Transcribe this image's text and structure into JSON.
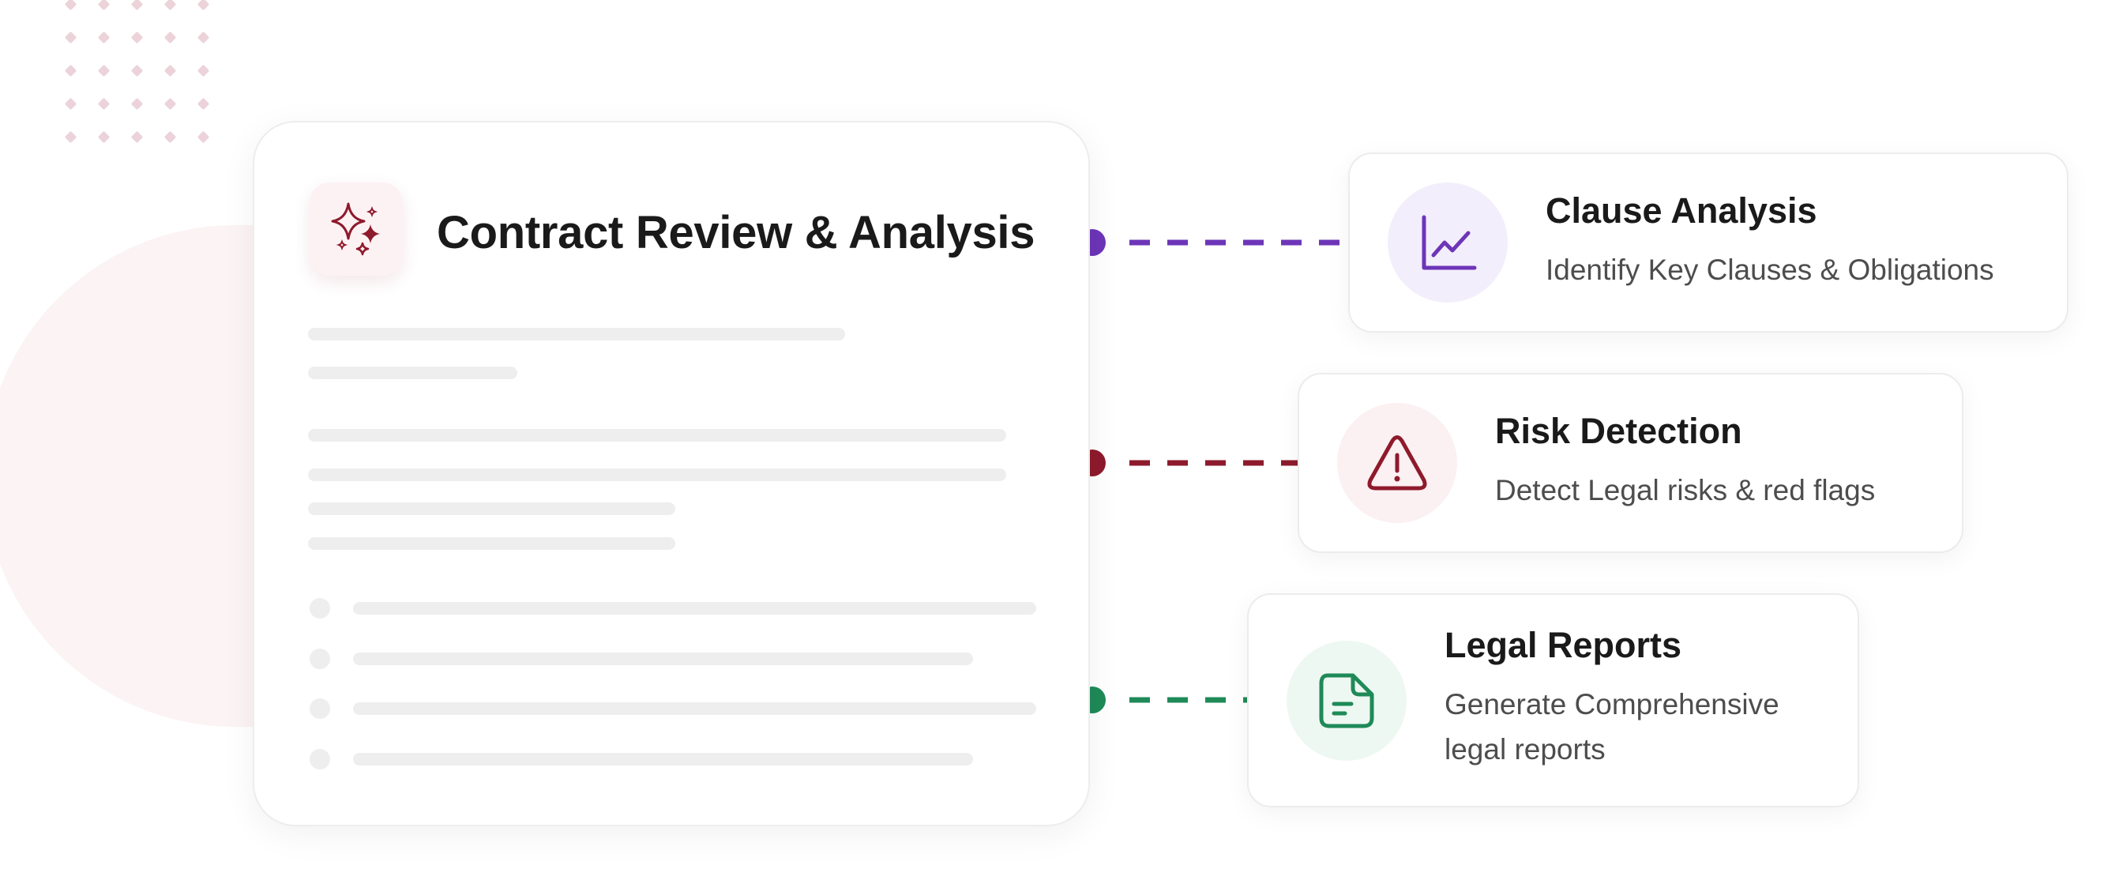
{
  "main_card": {
    "title": "Contract Review & Analysis",
    "icon": "sparkles-icon"
  },
  "features": [
    {
      "title": "Clause Analysis",
      "description": "Identify Key Clauses & Obligations",
      "icon": "line-chart-icon",
      "accent_color": "#6d35b8",
      "icon_bg": "#f3eefb"
    },
    {
      "title": "Risk Detection",
      "description": "Detect Legal risks & red flags",
      "icon": "warning-triangle-icon",
      "accent_color": "#8e1a2c",
      "icon_bg": "#fbf0f2"
    },
    {
      "title": "Legal Reports",
      "description": "Generate Comprehensive legal reports",
      "icon": "document-report-icon",
      "accent_color": "#1f8a58",
      "icon_bg": "#eef8f2"
    }
  ],
  "colors": {
    "brand": "#8e1a2c",
    "skeleton": "#eeeeee",
    "background_blob": "#fbf3f4"
  }
}
